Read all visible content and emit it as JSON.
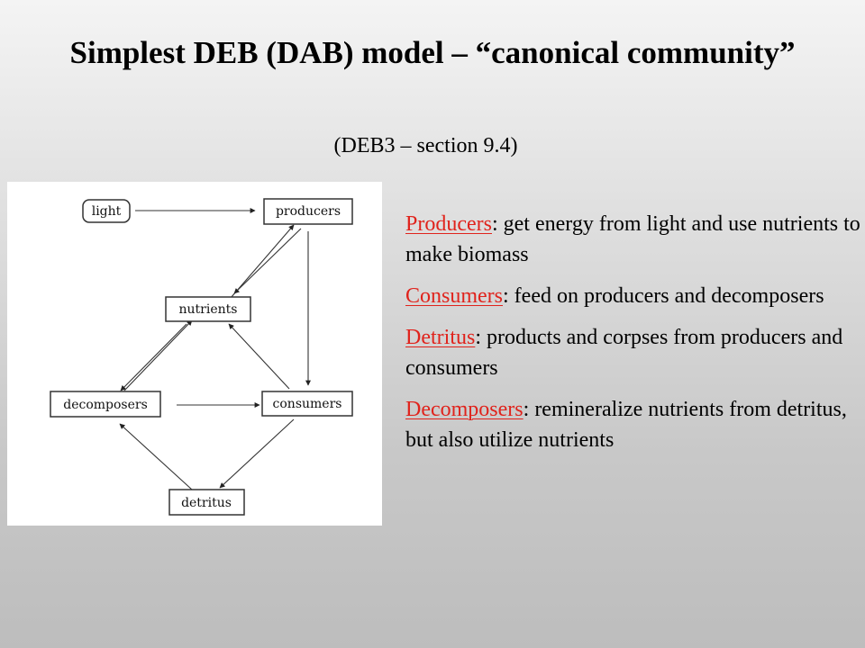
{
  "slide": {
    "title": "Simplest DEB (DAB) model – “canonical community”",
    "subtitle": "(DEB3 – section 9.4)"
  },
  "diagram": {
    "nodes": {
      "light": "light",
      "producers": "producers",
      "nutrients": "nutrients",
      "decomposers": "decomposers",
      "consumers": "consumers",
      "detritus": "detritus"
    },
    "edges": [
      {
        "from": "light",
        "to": "producers"
      },
      {
        "from": "nutrients",
        "to": "producers"
      },
      {
        "from": "producers",
        "to": "nutrients"
      },
      {
        "from": "producers",
        "to": "consumers"
      },
      {
        "from": "decomposers",
        "to": "nutrients"
      },
      {
        "from": "nutrients",
        "to": "decomposers"
      },
      {
        "from": "consumers",
        "to": "nutrients"
      },
      {
        "from": "decomposers",
        "to": "consumers"
      },
      {
        "from": "consumers",
        "to": "detritus"
      },
      {
        "from": "detritus",
        "to": "decomposers"
      }
    ]
  },
  "definitions": [
    {
      "term": "Producers",
      "separator": ":",
      "text": "  get energy from light and use nutrients to make biomass"
    },
    {
      "term": "Consumers",
      "separator": ":",
      "text": "  feed on producers and decomposers"
    },
    {
      "term": "Detritus",
      "separator": ":",
      "text": " products and corpses from producers and consumers"
    },
    {
      "term": "Decomposers",
      "separator": ":",
      "text": "  remineralize nutrients from detritus, but also utilize nutrients"
    }
  ],
  "colors": {
    "term_accent": "#e0231c",
    "diagram_background": "#ffffff"
  }
}
